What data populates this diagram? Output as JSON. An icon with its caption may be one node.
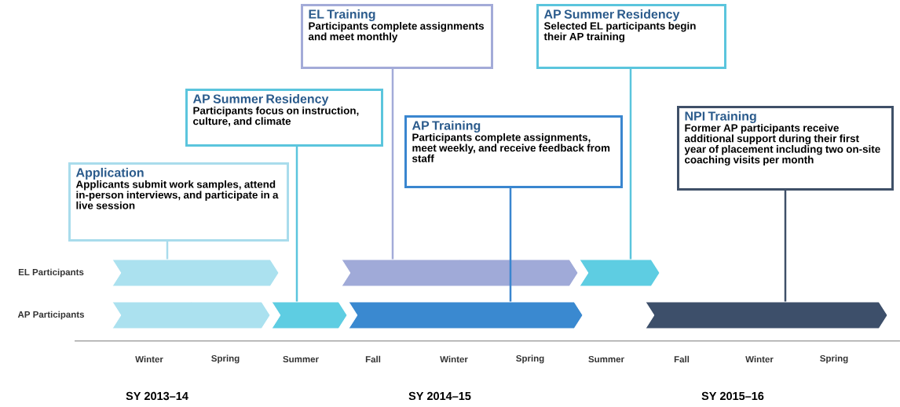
{
  "diagram": {
    "nodes": [
      {
        "text": [
          "Application",
          "Applicants submit work samples, attend in-person interviews, and participate in a live session"
        ]
      },
      {
        "text": [
          "AP Summer Residency",
          "Participants focus on instruction, culture, and climate"
        ]
      },
      {
        "text": [
          "EL Training",
          "Participants complete assignments and meet monthly"
        ]
      },
      {
        "text": [
          "AP Summer Residency",
          "Selected EL participants begin their AP training"
        ]
      },
      {
        "text": [
          "AP Training",
          "Participants complete assignments, meet weekly, and receive feedback from staff"
        ]
      },
      {
        "text": [
          "NPI Training",
          "Former AP participants receive additional support during their first year of placement including two on-site coaching visits per month"
        ]
      },
      {
        "text": [],
        "shape": "chevron"
      },
      {
        "text": [],
        "shape": "chevron"
      },
      {
        "text": [],
        "shape": "chevron"
      },
      {
        "text": [],
        "shape": "chevron"
      },
      {
        "text": [],
        "shape": "chevron"
      },
      {
        "text": [],
        "shape": "chevron"
      },
      {
        "text": [],
        "shape": "chevron"
      }
    ],
    "edges": [
      {
        "from": 0,
        "to": 6,
        "arrow": "none"
      },
      {
        "from": 1,
        "to": 10,
        "arrow": "none"
      },
      {
        "from": 2,
        "to": 7,
        "arrow": "none"
      },
      {
        "from": 3,
        "to": 8,
        "arrow": "none"
      },
      {
        "from": 4,
        "to": 11,
        "arrow": "none"
      },
      {
        "from": 5,
        "to": 12,
        "arrow": "none",
        "color": "#3f5068"
      }
    ],
    "labels": [
      "EL Participants",
      "AP Participants",
      "Winter",
      "Spring",
      "Summer",
      "Fall",
      "Winter",
      "Spring",
      "Summer",
      "Fall",
      "Winter",
      "Spring",
      "SY 2013–14",
      "SY 2014–15",
      "SY 2015–16"
    ]
  }
}
